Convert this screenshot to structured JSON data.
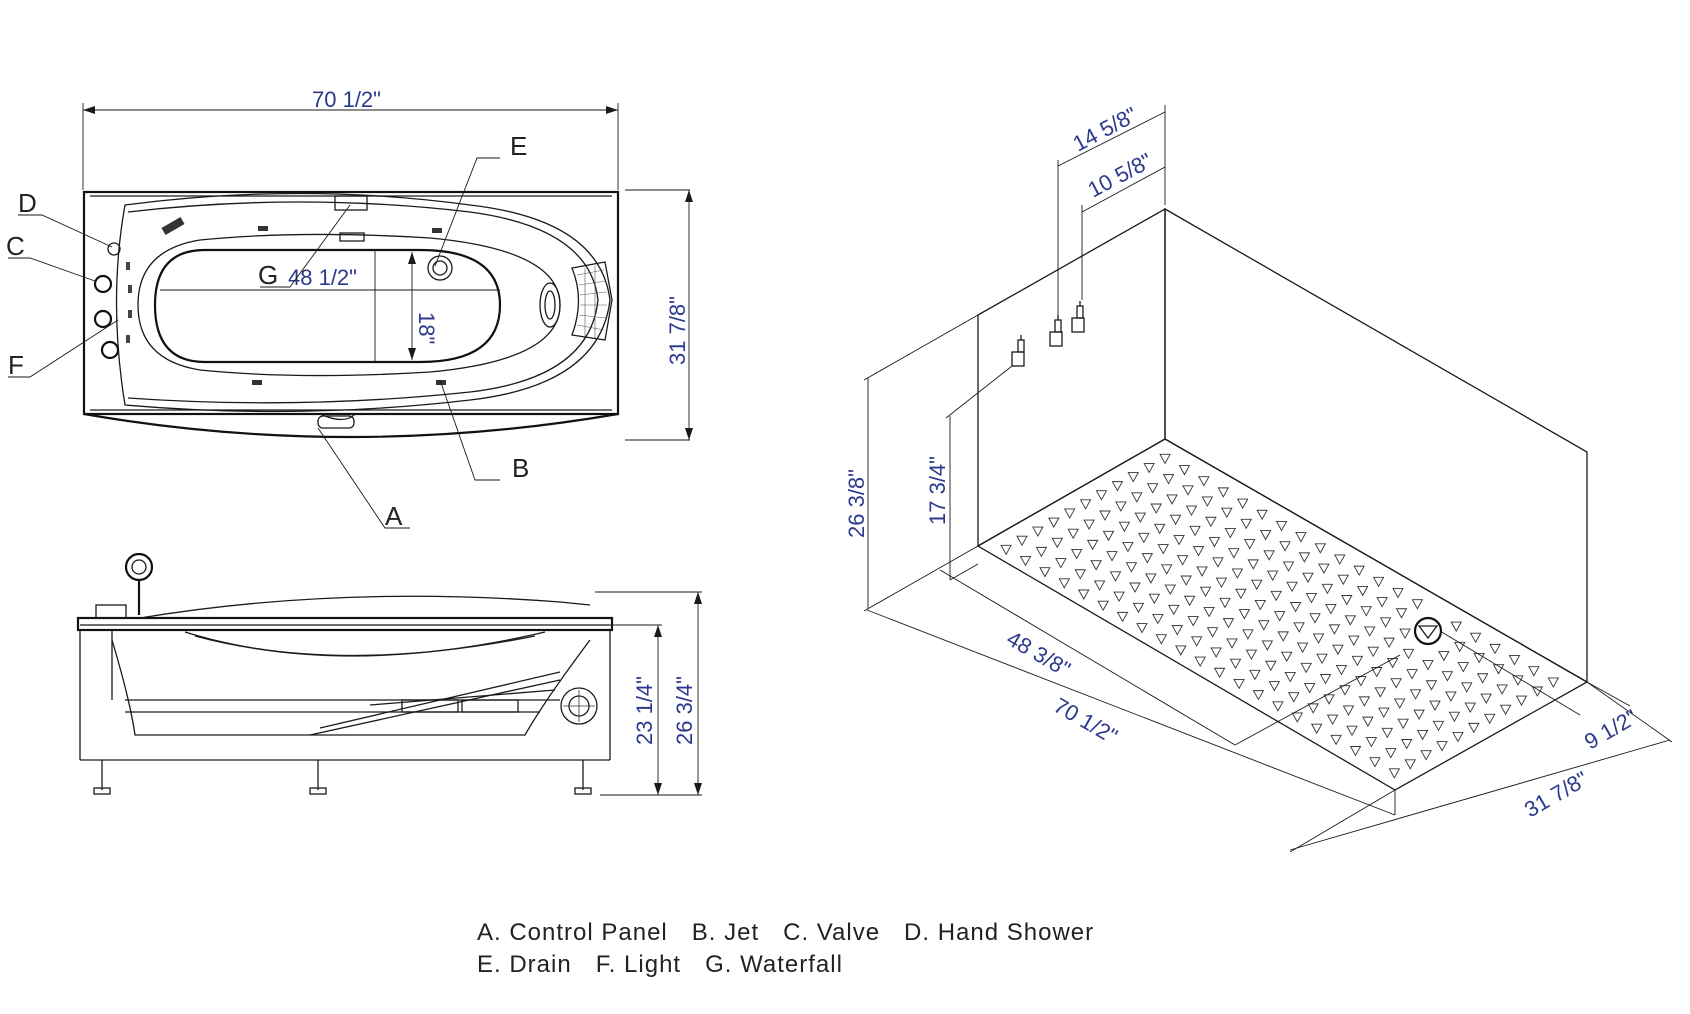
{
  "top_view": {
    "width_dim": "70 1/2\"",
    "depth_dim": "31 7/8\"",
    "inner_length_dim": "48 1/2\"",
    "inner_width_dim": "18\"",
    "callouts": {
      "a": "A",
      "b": "B",
      "c": "C",
      "d": "D",
      "e": "E",
      "f": "F",
      "g": "G"
    }
  },
  "side_view": {
    "height_inner_dim": "23 1/4\"",
    "height_total_dim": "26 3/4\""
  },
  "install_view": {
    "valve_outer_dim": "14 5/8\"",
    "valve_inner_dim": "10 5/8\"",
    "wall_height_dim": "26 3/8\"",
    "valve_height_dim": "17 3/4\"",
    "floor_depth_dim": "48 3/8\"",
    "floor_length_dim": "70 1/2\"",
    "drain_offset_dim": "9 1/2\"",
    "floor_width_dim": "31 7/8\""
  },
  "legend": {
    "line1": [
      "A. Control Panel",
      "B. Jet",
      "C. Valve",
      "D. Hand Shower"
    ],
    "line2": [
      "E. Drain",
      "F. Light",
      "G. Waterfall"
    ]
  }
}
